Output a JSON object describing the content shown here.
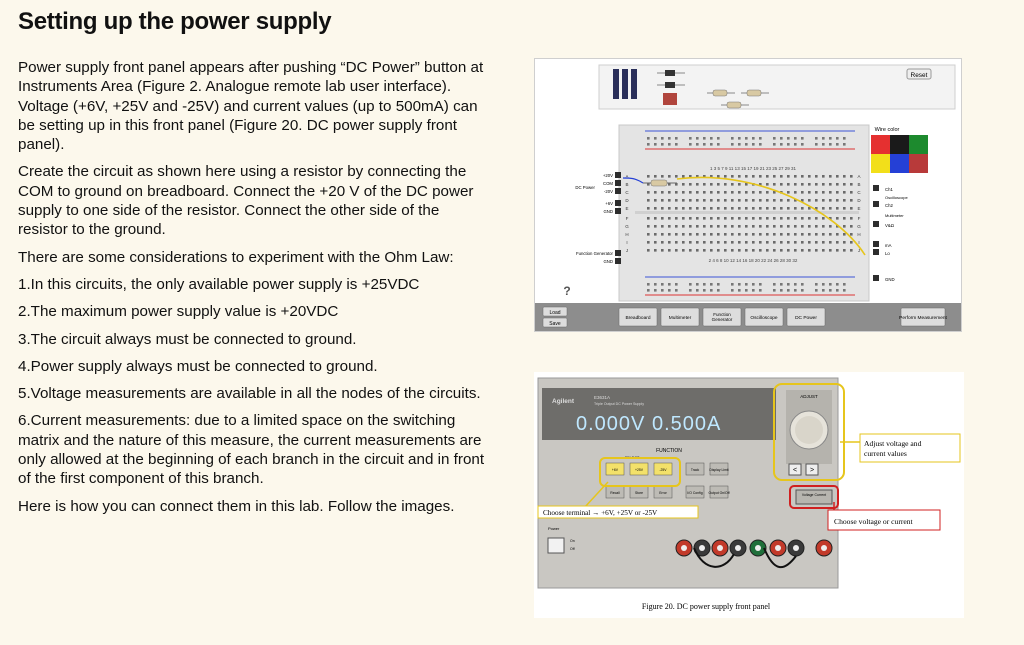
{
  "title": "Setting up the power supply",
  "paragraphs": [
    "Power supply front panel appears after pushing “DC Power” button at Instruments Area (Figure 2. Analogue remote lab user interface). Voltage (+6V, +25V and -25V) and current values (up to 500mA) can be setting up in this front panel (Figure 20. DC power supply front panel).",
    "Create the circuit as shown here using a resistor by connecting the COM to ground on breadboard. Connect the +20 V of the DC power supply to one side of the resistor. Connect the other side of the resistor to the ground.",
    "There are some considerations to experiment with the Ohm Law:"
  ],
  "list_items": [
    "1.In this circuits, the only available power supply is +25VDC",
    "2.The maximum power supply value is +20VDC",
    "3.The circuit always must be connected to ground.",
    "4.Power supply always must be connected to ground.",
    "5.Voltage measurements are available in all the nodes of the circuits.",
    "6.Current measurements: due to a limited space on the switching matrix and the nature of this measure, the current measurements are only allowed at the beginning of each branch in the circuit and in front of the first component of this branch."
  ],
  "closing": "Here is how you can connect them in this lab. Follow the images.",
  "lab_ui": {
    "reset_label": "Reset",
    "wire_color_label": "Wire color",
    "wire_colors": [
      "#e53030",
      "#1a1a1a",
      "#1d8a2e",
      "#f2df1a",
      "#2540d6",
      "#b83a3a"
    ],
    "left_labels": [
      "+20V",
      "COM",
      "-20V",
      "DC Power",
      "+6V",
      "GND",
      "Function Generator",
      "GND"
    ],
    "right_labels": [
      "Ch1",
      "Oscilloscope",
      "Ch2",
      "Multimeter",
      "V&Ω",
      "mA",
      "Lo",
      "GND"
    ],
    "row_letters": [
      "A",
      "B",
      "C",
      "D",
      "E",
      "F",
      "G",
      "H",
      "I",
      "J"
    ],
    "top_numbers": "1   3   5   7   9   11   13   15   17   19   21   23   25   27   29   31",
    "bottom_numbers": "2   4   6   8   10   12   14   16   18   20   22   24   26   28   30   32",
    "help_icon_label": "?",
    "load_label": "Load",
    "save_label": "Save",
    "instrument_buttons": [
      "Breadboard",
      "Multimeter",
      "Function Generator",
      "Oscilloscope",
      "DC Power"
    ],
    "perform_label": "Perform Measurement"
  },
  "psu_panel": {
    "brand": "Agilent",
    "model": "E3631A",
    "model_sub": "Triple Output DC Power Supply",
    "display": "0.000V 0.500A",
    "adjust_label": "ADJUST",
    "function_label": "FUNCTION",
    "select_label": "SELECT",
    "buttons_row1": [
      "+6V",
      "+25V",
      "-25V",
      "Track",
      "Display Limit"
    ],
    "buttons_row2": [
      "Recall",
      "Store",
      "Error",
      "I/O Config",
      "Output On/Off"
    ],
    "voltage_current_btn": "Voltage Current",
    "power_label": "Power",
    "on_label": "On",
    "off_label": "Off",
    "callout_adjust": "Adjust voltage and current values",
    "callout_terminal": "Choose terminal → +6V, +25V or -25V",
    "callout_vc": "Choose voltage or current",
    "caption": "Figure 20. DC power supply front panel"
  }
}
